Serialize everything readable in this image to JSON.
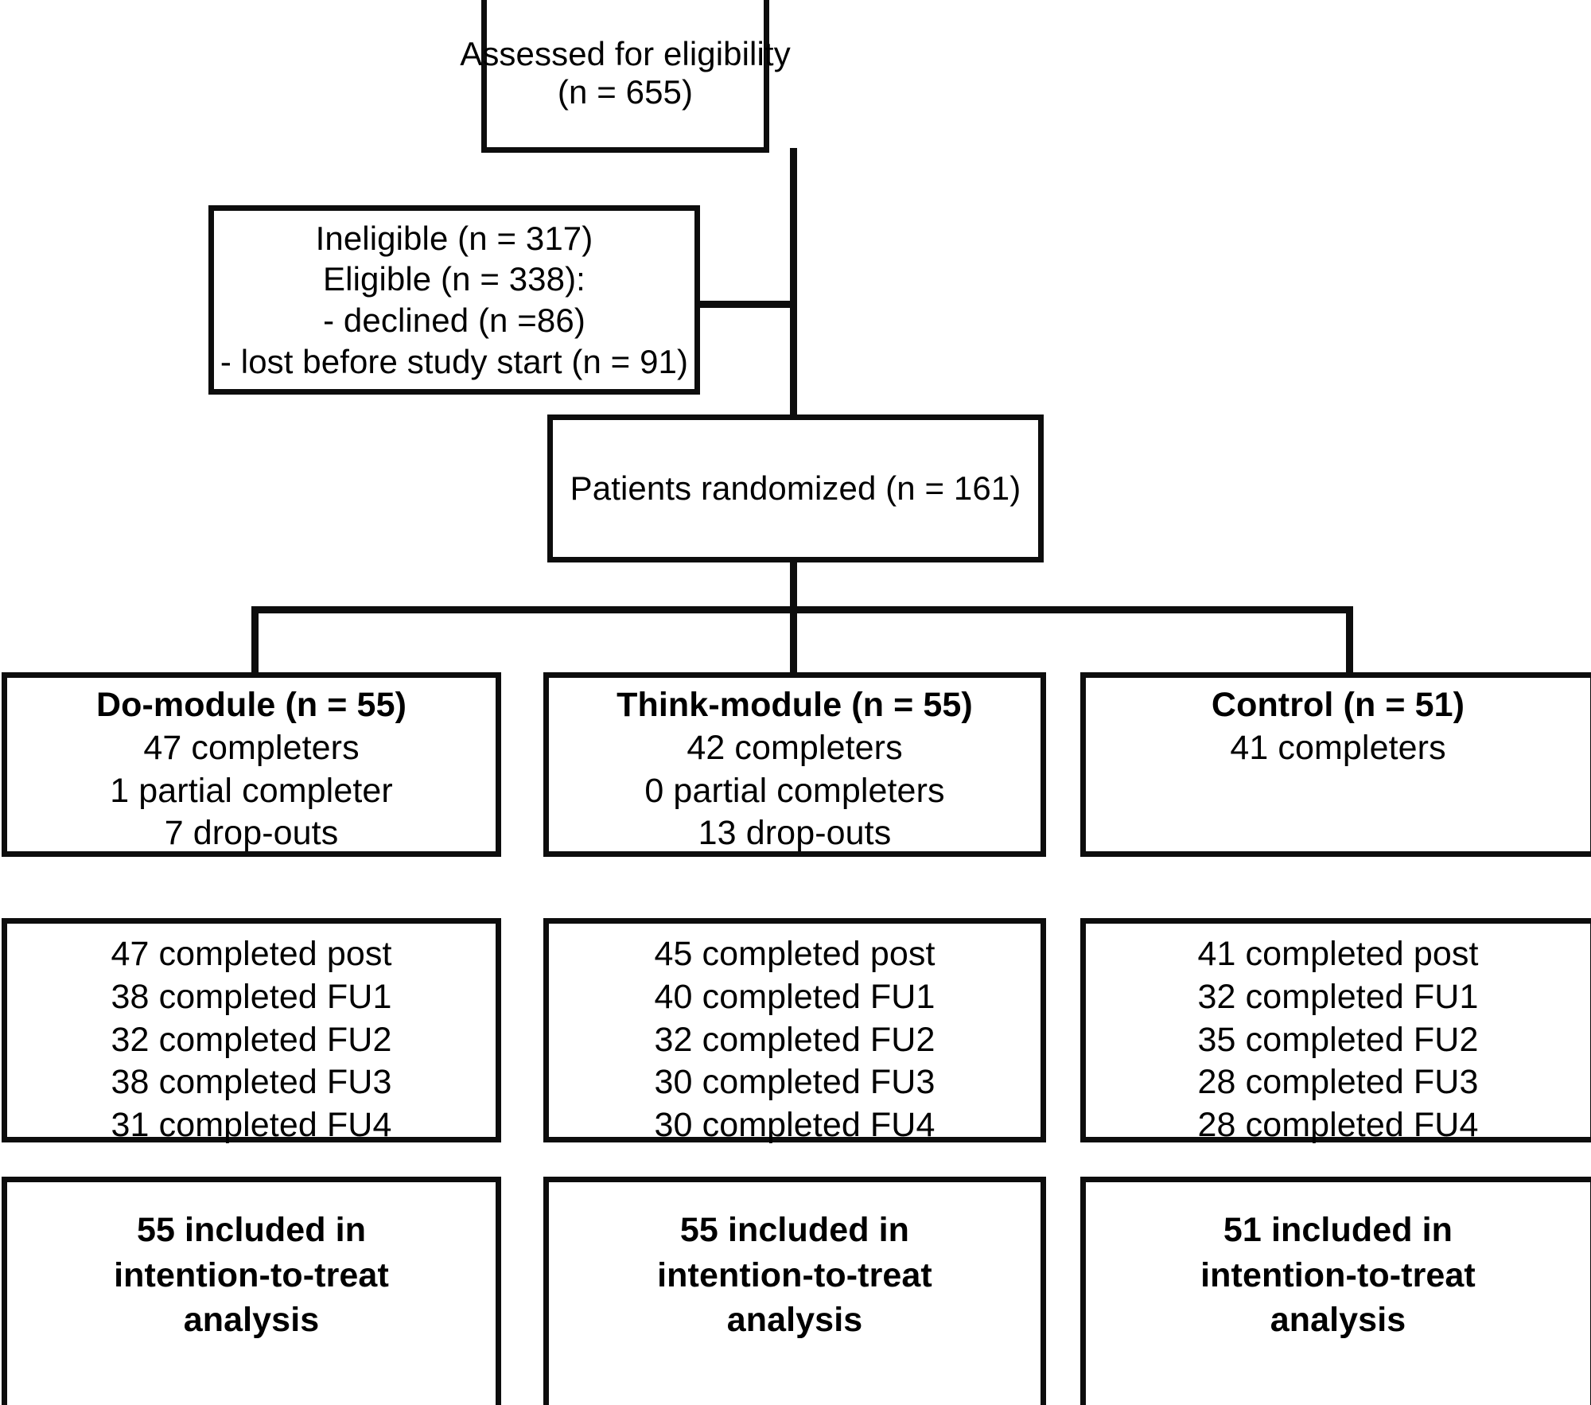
{
  "diagram": {
    "type": "consort-flow-diagram",
    "accent_color": "#0d0d0d",
    "background_color": "#ffffff"
  },
  "assessed": {
    "line1": "Assessed for eligibility",
    "line2": "(n = 655)"
  },
  "screening": {
    "line1": "Ineligible (n = 317)",
    "line2": "Eligible  (n = 338):",
    "line3": "- declined (n =86)",
    "line4": "- lost before study start (n = 91)"
  },
  "randomized": {
    "label": "Patients randomized  (n = 161)"
  },
  "groups": [
    {
      "title": "Do-module (n = 55)",
      "completers": "47 completers",
      "partial": "1 partial completer",
      "dropouts": "7 drop-outs",
      "followups": [
        "47 completed post",
        "38 completed FU1",
        "32 completed FU2",
        "38 completed FU3",
        "31 completed FU4"
      ],
      "itt": "55 included in intention-to-treat analysis"
    },
    {
      "title": "Think-module (n = 55)",
      "completers": "42 completers",
      "partial": "0 partial completers",
      "dropouts": "13 drop-outs",
      "followups": [
        "45 completed post",
        "40 completed FU1",
        "32 completed FU2",
        "30 completed FU3",
        "30 completed FU4"
      ],
      "itt": "55 included in intention-to-treat analysis"
    },
    {
      "title": "Control (n = 51)",
      "completers": "41 completers",
      "partial": "",
      "dropouts": "",
      "followups": [
        "41 completed post",
        "32 completed FU1",
        "35 completed FU2",
        "28 completed FU3",
        "28 completed FU4"
      ],
      "itt": "51 included in intention-to-treat analysis"
    }
  ],
  "chart_data": {
    "type": "table",
    "title": "CONSORT participant flow",
    "categories": [
      "Do-module",
      "Think-module",
      "Control"
    ],
    "series": [
      {
        "name": "randomized (n)",
        "values": [
          55,
          55,
          51
        ]
      },
      {
        "name": "completers",
        "values": [
          47,
          42,
          41
        ]
      },
      {
        "name": "partial completers",
        "values": [
          1,
          0,
          null
        ]
      },
      {
        "name": "drop-outs",
        "values": [
          7,
          13,
          null
        ]
      },
      {
        "name": "completed post",
        "values": [
          47,
          45,
          41
        ]
      },
      {
        "name": "completed FU1",
        "values": [
          38,
          40,
          32
        ]
      },
      {
        "name": "completed FU2",
        "values": [
          32,
          32,
          35
        ]
      },
      {
        "name": "completed FU3",
        "values": [
          38,
          30,
          28
        ]
      },
      {
        "name": "completed FU4",
        "values": [
          31,
          30,
          28
        ]
      },
      {
        "name": "included in intention-to-treat analysis",
        "values": [
          55,
          55,
          51
        ]
      }
    ],
    "screening": {
      "assessed_for_eligibility": 655,
      "ineligible": 317,
      "eligible": 338,
      "declined": 86,
      "lost_before_study_start": 91,
      "randomized_total": 161
    }
  }
}
